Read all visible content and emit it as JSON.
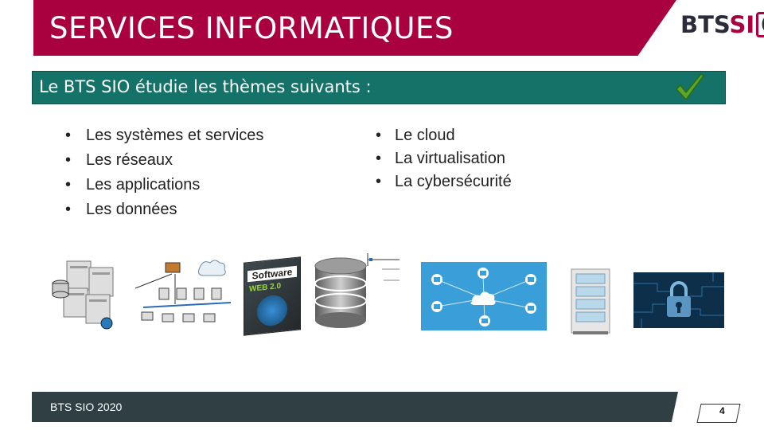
{
  "header": {
    "title": "SERVICES INFORMATIQUES",
    "logo": {
      "part1": "BTS",
      "part2": "SI",
      "part3": "O"
    }
  },
  "subtitle": {
    "text": "Le BTS SIO étudie les thèmes suivants :"
  },
  "themes_left": [
    "Les systèmes et services",
    "Les réseaux",
    "Les applications",
    "Les données"
  ],
  "themes_right": [
    "Le cloud",
    "La virtualisation",
    "La cybersécurité"
  ],
  "images": {
    "software_box_label": "Software",
    "software_box_sub": "WEB 2.0"
  },
  "footer": {
    "text": "BTS SIO 2020",
    "page_number": "4"
  },
  "colors": {
    "brand": "#a9003f",
    "teal": "#147268",
    "footer": "#2f3f44",
    "check": "#5aa82a"
  }
}
